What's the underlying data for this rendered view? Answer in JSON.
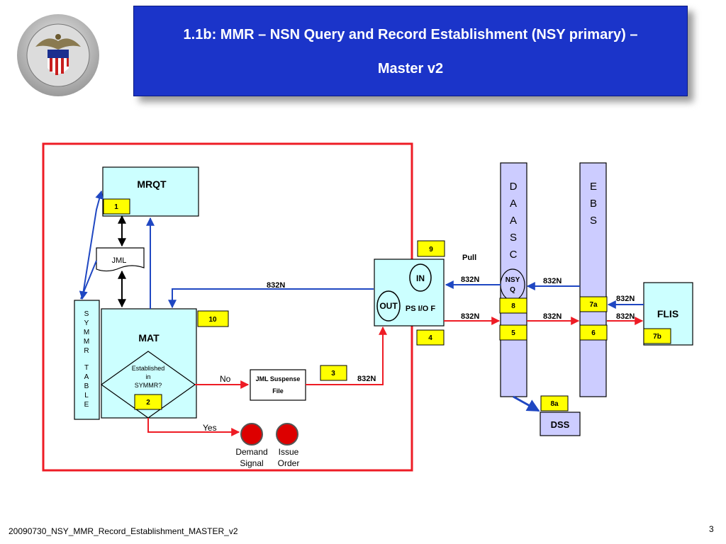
{
  "slide": {
    "title_line1": "1.1b: MMR – NSN Query and Record Establishment (NSY primary) –",
    "title_line2": "Master v2",
    "footer": "20090730_NSY_MMR_Record_Establishment_MASTER_v2",
    "page_number": "3"
  },
  "nodes": {
    "mrqt": "MRQT",
    "jml": "JML",
    "symmr_table": [
      "S",
      "Y",
      "M",
      "M",
      "R",
      "",
      "T",
      "A",
      "B",
      "L",
      "E"
    ],
    "mat": "MAT",
    "decision": [
      "Established",
      "in",
      "SYMMR?"
    ],
    "jml_suspense": [
      "JML Suspense",
      "File"
    ],
    "ps_io": "PS I/O F",
    "in": "IN",
    "out": "OUT",
    "daasc": [
      "D",
      "A",
      "A",
      "S",
      "C"
    ],
    "nsyq": [
      "NSY",
      "Q"
    ],
    "ebs": [
      "E",
      "B",
      "S"
    ],
    "flis": "FLIS",
    "dss": "DSS",
    "demand_signal": [
      "Demand",
      "Signal"
    ],
    "issue_order": [
      "Issue",
      "Order"
    ]
  },
  "badges": [
    "1",
    "2",
    "3",
    "4",
    "5",
    "6",
    "7a",
    "7b",
    "8",
    "8a",
    "9",
    "10"
  ],
  "edge_labels": {
    "no": "No",
    "yes": "Yes",
    "pull": "Pull",
    "n832": "832N"
  },
  "colors": {
    "title_blue": "#1b34c9",
    "box_fill": "#ccffff",
    "lane_fill": "#ccccff",
    "badge_fill": "#ffff00",
    "red": "#ee1c25",
    "blue": "#1f47c2",
    "stop_red": "#dd0000"
  }
}
